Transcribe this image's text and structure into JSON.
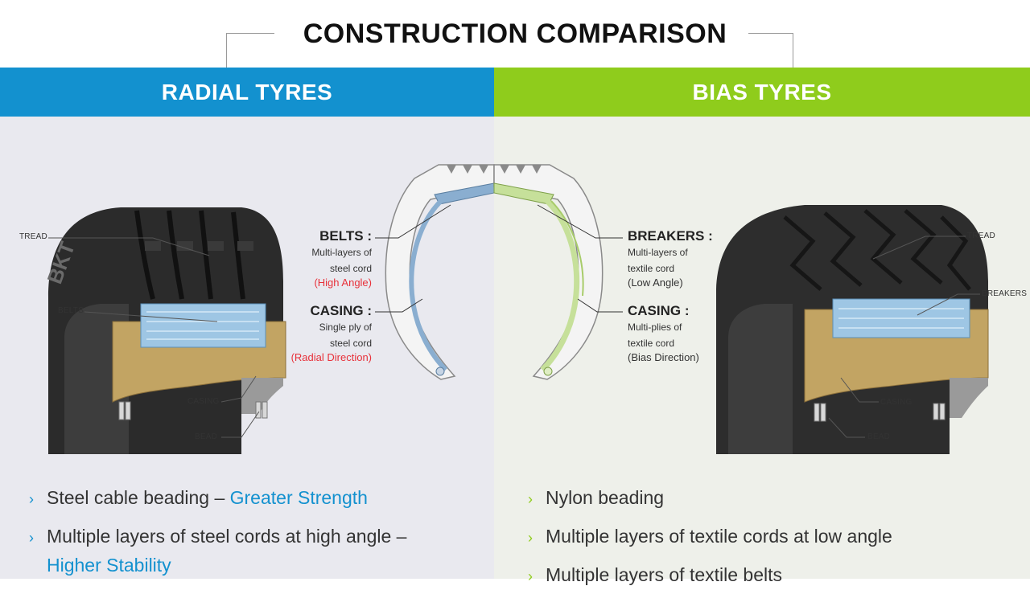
{
  "title": "CONSTRUCTION COMPARISON",
  "colors": {
    "radial": "#1391cf",
    "bias": "#8fcc1c",
    "highlight_red": "#e8313a"
  },
  "radial": {
    "heading": "RADIAL TYRES",
    "tyre_labels": {
      "tread": "TREAD",
      "belts": "BELTS",
      "casing": "CASING",
      "bead": "BEAD"
    },
    "cross_section": {
      "belts_title": "BELTS :",
      "belts_line1": "Multi-layers of",
      "belts_line2": "steel cord",
      "belts_angle": "(High Angle)",
      "casing_title": "CASING :",
      "casing_line1": "Single ply of",
      "casing_line2": "steel cord",
      "casing_direction": "(Radial Direction)"
    },
    "bullets": [
      {
        "text": "Steel cable beading – ",
        "highlight": "Greater Strength"
      },
      {
        "text": "Multiple layers of steel cords at high angle –",
        "highlight": "Higher Stability"
      }
    ]
  },
  "bias": {
    "heading": "BIAS TYRES",
    "tyre_labels": {
      "tread": "TREAD",
      "breakers": "BREAKERS",
      "casing": "CASING",
      "bead": "BEAD"
    },
    "cross_section": {
      "breakers_title": "BREAKERS :",
      "breakers_line1": "Multi-layers of",
      "breakers_line2": "textile cord",
      "breakers_angle": "(Low Angle)",
      "casing_title": "CASING :",
      "casing_line1": "Multi-plies of",
      "casing_line2": "textile cord",
      "casing_direction": "(Bias Direction)"
    },
    "bullets": [
      {
        "text": "Nylon beading"
      },
      {
        "text": "Multiple layers of textile cords at low angle"
      },
      {
        "text": "Multiple layers of textile belts"
      }
    ]
  }
}
